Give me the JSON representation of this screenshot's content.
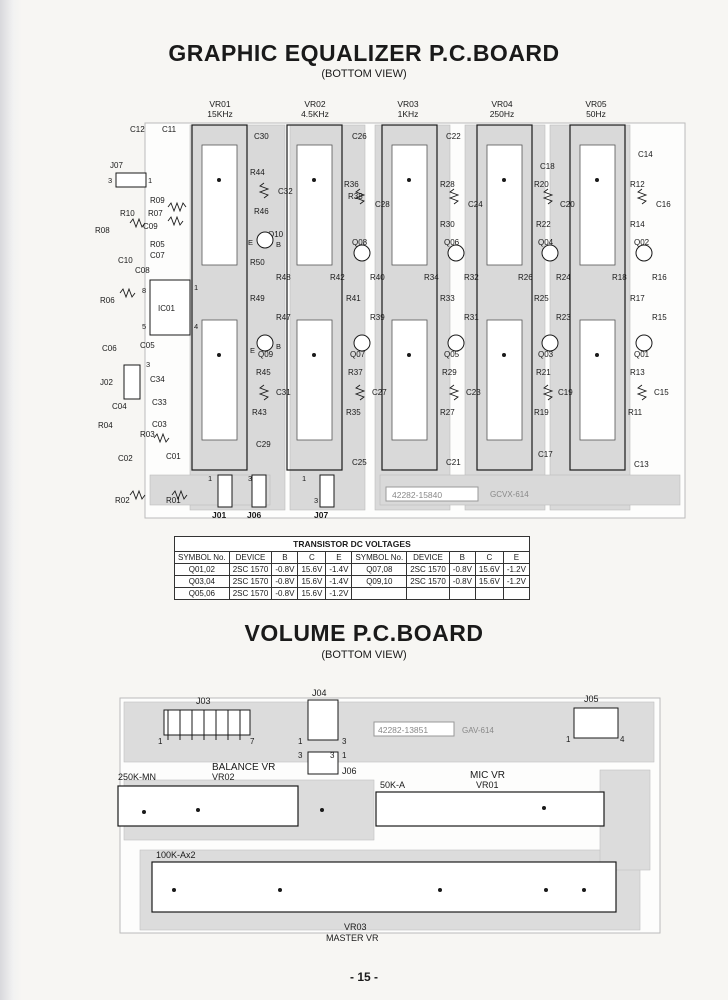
{
  "page": {
    "page_number": "- 15 -"
  },
  "eq_board": {
    "title": "GRAPHIC EQUALIZER P.C.BOARD",
    "subtitle": "(BOTTOM VIEW)",
    "vr_labels": [
      {
        "name": "VR01",
        "freq": "15KHz"
      },
      {
        "name": "VR02",
        "freq": "4.5KHz"
      },
      {
        "name": "VR03",
        "freq": "1KHz"
      },
      {
        "name": "VR04",
        "freq": "250Hz"
      },
      {
        "name": "VR05",
        "freq": "50Hz"
      }
    ],
    "left_labels": [
      "C12",
      "C11",
      "J07",
      "R09",
      "R10",
      "R07",
      "R08",
      "C09",
      "R05",
      "C10",
      "C07",
      "C08",
      "R06",
      "IC01",
      "C06",
      "J02",
      "C34",
      "C33",
      "C04",
      "R04",
      "R03",
      "C03",
      "C02",
      "C01",
      "R02",
      "R01",
      "C05"
    ],
    "column_labels": {
      "col2": [
        "C30",
        "R44",
        "C32",
        "R46",
        "Q10",
        "R50",
        "R48",
        "R49",
        "R47",
        "Q09",
        "R45",
        "C31",
        "R43",
        "C29"
      ],
      "col3": [
        "C26",
        "R36",
        "R38",
        "C28",
        "Q08",
        "R42",
        "R40",
        "R41",
        "R39",
        "Q07",
        "R37",
        "C27",
        "R35",
        "C25"
      ],
      "col4": [
        "C22",
        "R28",
        "C24",
        "R30",
        "Q06",
        "R34",
        "R32",
        "R33",
        "R31",
        "Q05",
        "R29",
        "C23",
        "R27",
        "C21"
      ],
      "col5": [
        "C18",
        "R20",
        "C20",
        "R22",
        "Q04",
        "R26",
        "R24",
        "R25",
        "R23",
        "Q03",
        "R21",
        "C19",
        "R19",
        "C17"
      ],
      "col6": [
        "C14",
        "R12",
        "C16",
        "R14",
        "Q02",
        "R18",
        "R16",
        "R17",
        "R15",
        "Q01",
        "R13",
        "C15",
        "R11",
        "C13"
      ]
    },
    "pin_labels": [
      "1",
      "8",
      "5",
      "4",
      "3",
      "1",
      "3",
      "1",
      "3",
      "1",
      "3",
      "E",
      "B",
      "E",
      "B"
    ],
    "jumper_labels": [
      "J01",
      "J06",
      "J07"
    ],
    "part_number": "42282-15840",
    "board_code": "GCVX-614"
  },
  "voltage_table": {
    "caption": "TRANSISTOR DC VOLTAGES",
    "headers": [
      "SYMBOL No.",
      "DEVICE",
      "B",
      "C",
      "E",
      "SYMBOL No.",
      "DEVICE",
      "B",
      "C",
      "E"
    ],
    "rows": [
      [
        "Q01,02",
        "2SC 1570",
        "-0.8V",
        "15.6V",
        "-1.4V",
        "Q07,08",
        "2SC 1570",
        "-0.8V",
        "15.6V",
        "-1.2V"
      ],
      [
        "Q03,04",
        "2SC 1570",
        "-0.8V",
        "15.6V",
        "-1.4V",
        "Q09,10",
        "2SC 1570",
        "-0.8V",
        "15.6V",
        "-1.2V"
      ],
      [
        "Q05,06",
        "2SC 1570",
        "-0.8V",
        "15.6V",
        "-1.2V",
        "",
        "",
        "",
        "",
        ""
      ]
    ]
  },
  "vol_board": {
    "title": "VOLUME P.C.BOARD",
    "subtitle": "(BOTTOM VIEW)",
    "j03": "J03",
    "j03_pins": [
      "1",
      "7"
    ],
    "j04": "J04",
    "j04_pins": [
      "1",
      "3",
      "3",
      "1",
      "3"
    ],
    "j05": "J05",
    "j05_pins": [
      "1",
      "4"
    ],
    "j06": "J06",
    "balance": "BALANCE VR",
    "balance_value": "250K-MN",
    "vr02": "VR02",
    "mic": "MIC VR",
    "mic_value": "50K-A",
    "vr01": "VR01",
    "master_value": "100K-Ax2",
    "vr03": "VR03",
    "master": "MASTER VR",
    "part_number": "42282-13851",
    "board_code": "GAV-614"
  }
}
